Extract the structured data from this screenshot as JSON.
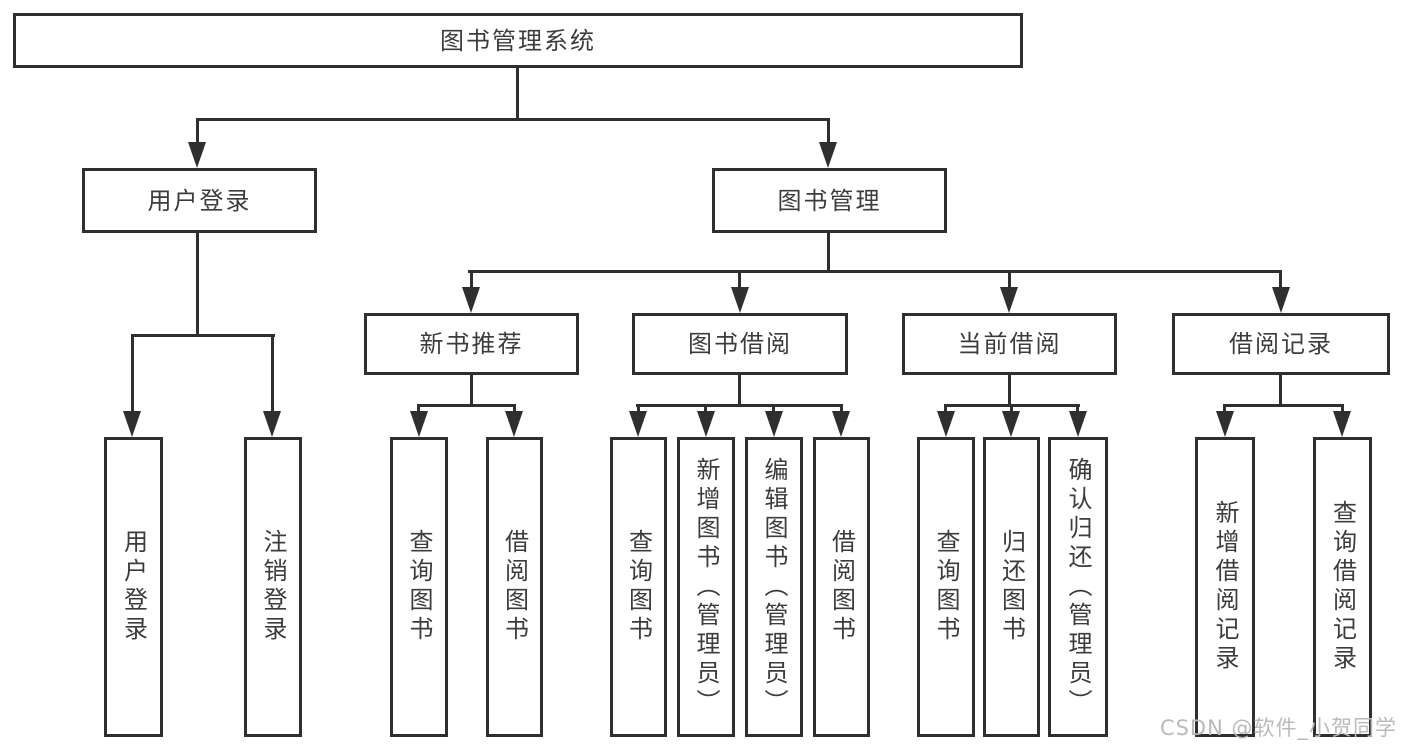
{
  "diagram": {
    "title": "图书管理系统",
    "level2": [
      "用户登录",
      "图书管理"
    ],
    "level3": [
      "新书推荐",
      "图书借阅",
      "当前借阅",
      "借阅记录"
    ],
    "leaves": {
      "user_login": [
        "用户登录",
        "注销登录"
      ],
      "new_book": [
        "查询图书",
        "借阅图书"
      ],
      "book_borrow": [
        "查询图书",
        "新增图书（管理员）",
        "编辑图书（管理员）",
        "借阅图书"
      ],
      "current_borrow": [
        "查询图书",
        "归还图书",
        "确认归还（管理员）"
      ],
      "borrow_records": [
        "新增借阅记录",
        "查询借阅记录"
      ]
    },
    "watermark": "CSDN @软件_小贺同学",
    "colors": {
      "line": "#2f2f2f",
      "text": "#3c3c3c",
      "watermark": "#bababa",
      "background": "#ffffff"
    }
  }
}
